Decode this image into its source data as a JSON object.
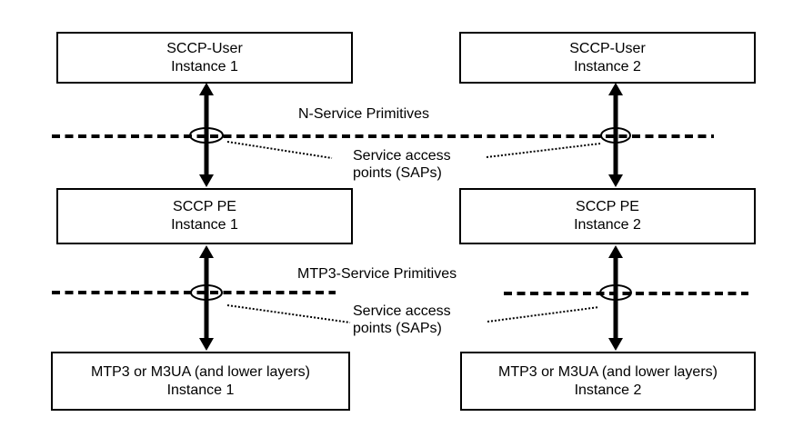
{
  "colors": {
    "background": "#ffffff",
    "line": "#000000",
    "text": "#000000"
  },
  "boxes": [
    {
      "id": "sccp-user-1",
      "line1": "SCCP-User",
      "line2": "Instance 1"
    },
    {
      "id": "sccp-user-2",
      "line1": "SCCP-User",
      "line2": "Instance 2"
    },
    {
      "id": "sccp-pe-1",
      "line1": "SCCP PE",
      "line2": "Instance 1"
    },
    {
      "id": "sccp-pe-2",
      "line1": "SCCP PE",
      "line2": "Instance 2"
    },
    {
      "id": "mtp3-1",
      "line1": "MTP3 or M3UA (and lower layers)",
      "line2": "Instance 1"
    },
    {
      "id": "mtp3-2",
      "line1": "MTP3 or M3UA (and lower layers)",
      "line2": "Instance 2"
    }
  ],
  "labels": {
    "n_service_primitives": "N-Service Primitives",
    "mtp3_service_primitives": "MTP3-Service Primitives",
    "sap_upper": {
      "line1": "Service access",
      "line2": "points (SAPs)"
    },
    "sap_lower": {
      "line1": "Service access",
      "line2": "points (SAPs)"
    }
  }
}
